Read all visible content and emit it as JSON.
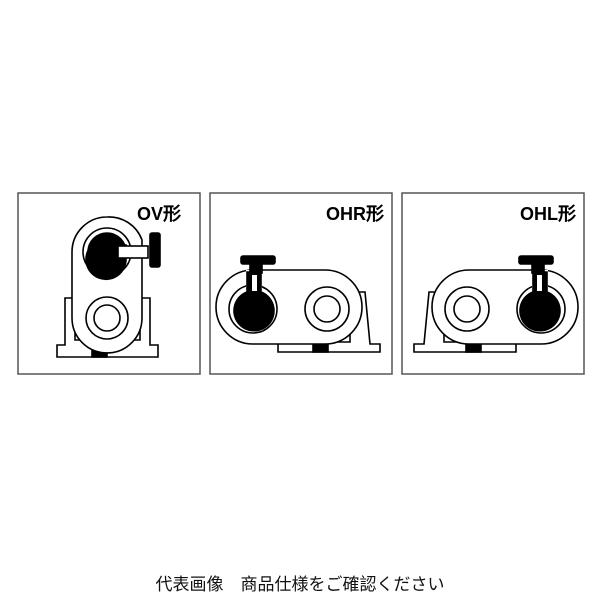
{
  "panels": [
    {
      "label": "OV形"
    },
    {
      "label": "OHR形"
    },
    {
      "label": "OHL形"
    }
  ],
  "caption": "代表画像　商品仕様をご確認ください",
  "colors": {
    "line": "#000000",
    "background": "#ffffff",
    "frame": "#555555"
  }
}
